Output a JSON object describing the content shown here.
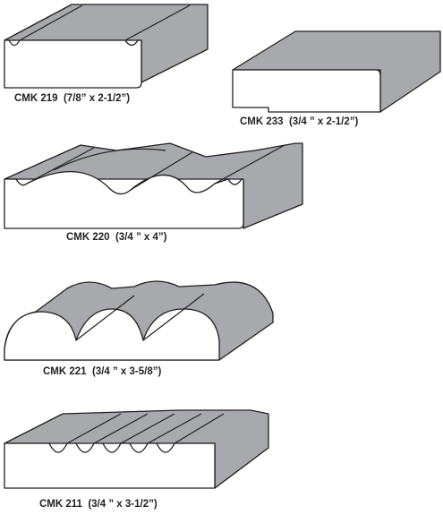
{
  "profiles": [
    {
      "code": "CMK 219",
      "size": "(7/8” x 2-1/2”)"
    },
    {
      "code": "CMK 233",
      "size": "(3/4 ” x 2-1/2”)"
    },
    {
      "code": "CMK 220",
      "size": "(3/4 ” x 4”)"
    },
    {
      "code": "CMK 221",
      "size": "(3/4 ” x 3-5/8”)"
    },
    {
      "code": "CMK 211",
      "size": "(3/4 ” x 3-1/2”)"
    }
  ],
  "colors": {
    "top_fill": "#a7a9ac",
    "face_fill": "#ffffff",
    "outline": "#231f20"
  }
}
